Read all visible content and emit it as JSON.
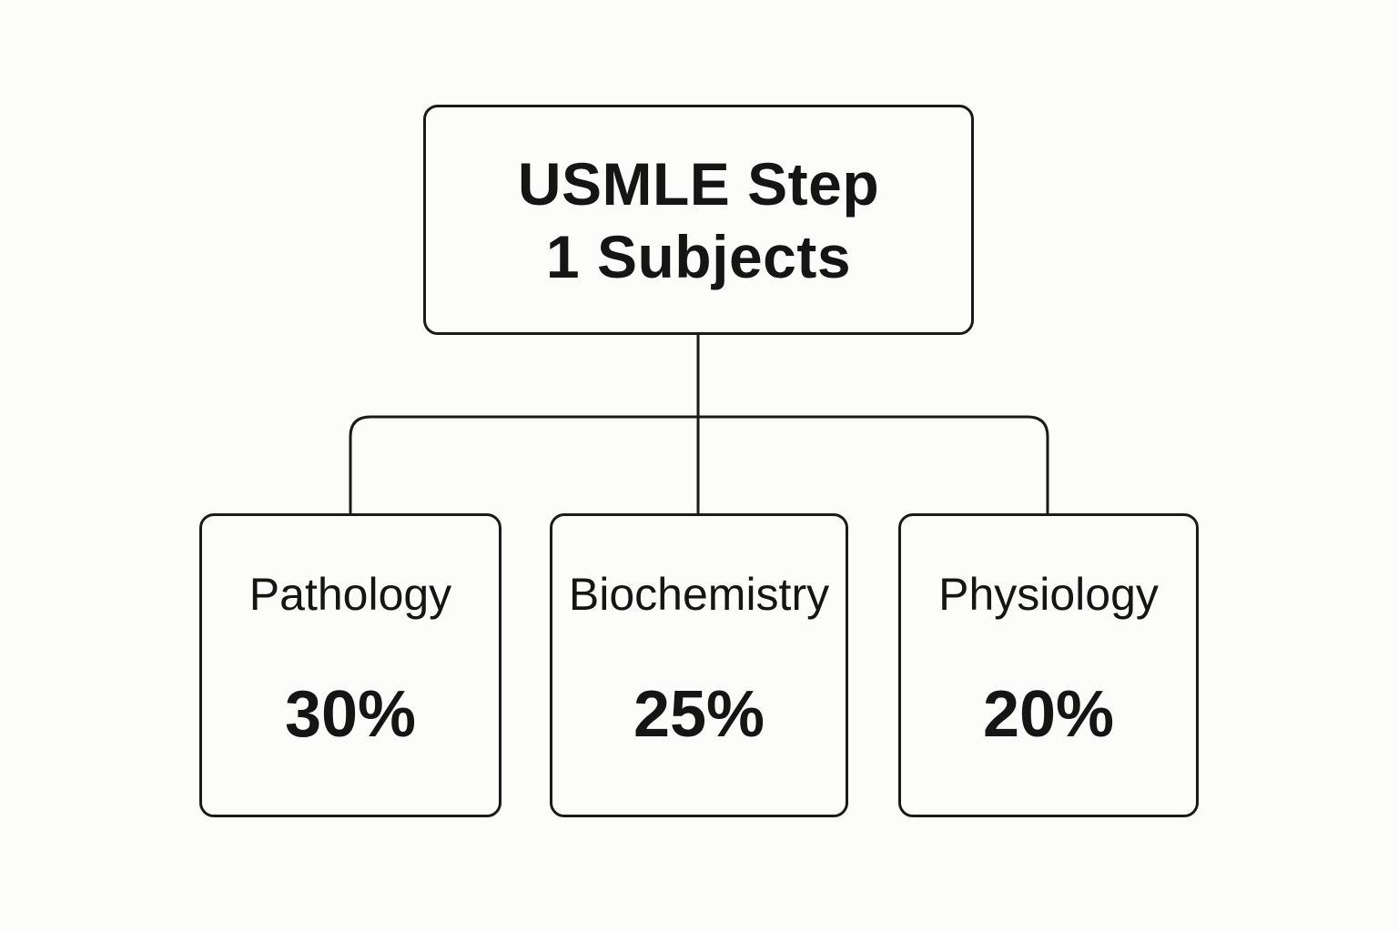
{
  "root": {
    "title": "USMLE Step 1 Subjects"
  },
  "subjects": [
    {
      "name": "Pathology",
      "percent": "30%"
    },
    {
      "name": "Biochemistry",
      "percent": "25%"
    },
    {
      "name": "Physiology",
      "percent": "20%"
    }
  ],
  "colors": {
    "background": "#fcfcfa",
    "stroke": "#1a1a1a",
    "text": "#151515"
  }
}
